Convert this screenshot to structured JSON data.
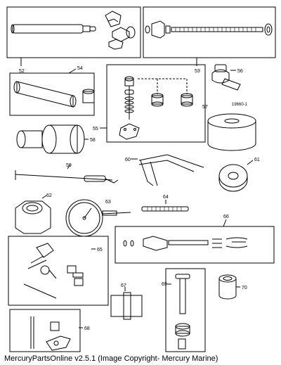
{
  "callouts": {
    "c52": "52",
    "c53": "53",
    "c54": "54",
    "c55": "55",
    "c56": "56",
    "c57": "57",
    "c58": "58",
    "c59": "59",
    "c60": "60",
    "c61": "61",
    "c62": "62",
    "c63": "63",
    "c64": "64",
    "c65": "65",
    "c66": "66",
    "c67": "67",
    "c68": "68",
    "c69": "69",
    "c70": "70"
  },
  "part_number_56": "19660-1",
  "footer": "MercuryPartsOnline v2.5.1 (Image Copyright- Mercury Marine)"
}
